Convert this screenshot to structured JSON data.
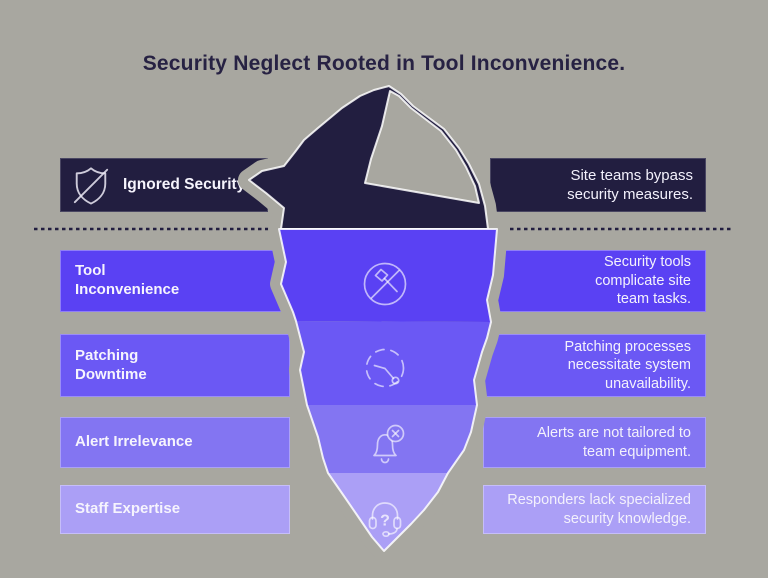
{
  "title": "Security Neglect Rooted in Tool Inconvenience.",
  "palette": {
    "background": "#a8a7a0",
    "ink_dark": "#221e40",
    "outline_light": "rgba(255,255,255,0.85)"
  },
  "surface_row": {
    "icon": "shield-off-icon",
    "label": "Ignored Security",
    "description": "Site teams bypass security measures."
  },
  "underwater_rows": [
    {
      "icon": "banned-tool-icon",
      "label": "Tool Inconvenience",
      "description": "Security tools complicate site team tasks.",
      "color": "#5a41f3"
    },
    {
      "icon": "downtime-clock-icon",
      "label": "Patching Downtime",
      "description": "Patching processes necessitate system unavailability.",
      "color": "#6b58f4"
    },
    {
      "icon": "bell-off-icon",
      "label": "Alert Irrelevance",
      "description": "Alerts are not tailored to team equipment.",
      "color": "#8375f2"
    },
    {
      "icon": "headset-question-icon",
      "label": "Staff Expertise",
      "description": "Responders lack specialized security knowledge.",
      "color": "#ab9ff6"
    }
  ]
}
